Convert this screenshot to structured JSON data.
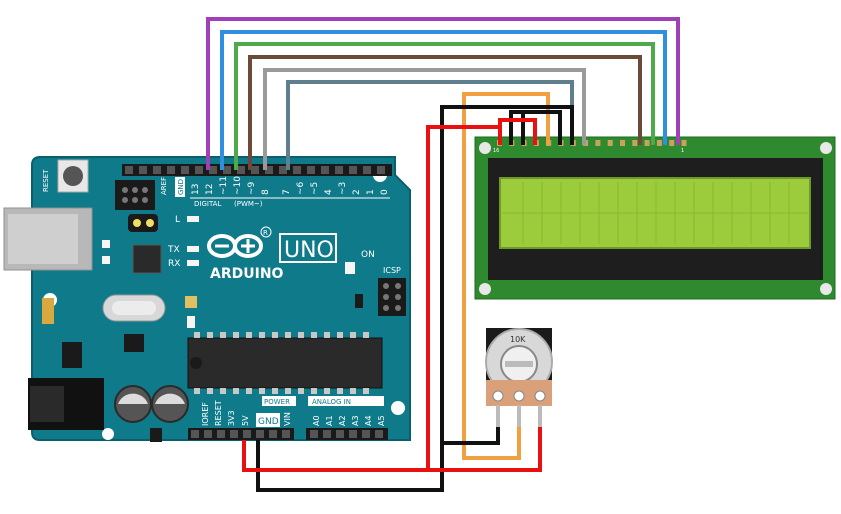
{
  "colors": {
    "arduino_board": "#0f7a8a",
    "arduino_dark": "#0b5f6b",
    "lcd_pcb": "#2f8a2f",
    "lcd_bezel": "#1e1e1e",
    "lcd_screen": "#9ccc3c",
    "wire_purple": "#a040b8",
    "wire_blue": "#2f8fe0",
    "wire_green": "#4caa48",
    "wire_brown": "#6b4a3a",
    "wire_grey": "#9a9a9a",
    "wire_slate": "#5f7f8f",
    "wire_orange": "#f0a040",
    "wire_black": "#111111",
    "wire_red": "#e81010"
  },
  "arduino": {
    "reset_label": "RESET",
    "aref_label": "AREF",
    "gnd_top_label": "GND",
    "digital_label": "DIGITAL",
    "pwm_label": "(PWM~)",
    "digital_pins": [
      "13",
      "12",
      "~11",
      "~10",
      "~9",
      "8",
      "7",
      "~6",
      "~5",
      "4",
      "~3",
      "2",
      "1",
      "0"
    ],
    "led_l": "L",
    "led_tx": "TX",
    "led_rx": "RX",
    "brand": "ARDUINO",
    "model": "UNO",
    "registered": "R",
    "on_label": "ON",
    "icsp_label": "ICSP",
    "power_label": "POWER",
    "analog_label": "ANALOG IN",
    "power_pins": [
      "IOREF",
      "RESET",
      "3V3",
      "5V",
      "GND",
      "VIN"
    ],
    "analog_pins": [
      "A0",
      "A1",
      "A2",
      "A3",
      "A4",
      "A5"
    ],
    "gnd_box_label": "GND"
  },
  "lcd": {
    "pin_first": "16",
    "pin_last": "1"
  },
  "potentiometer": {
    "value_label": "10K"
  }
}
